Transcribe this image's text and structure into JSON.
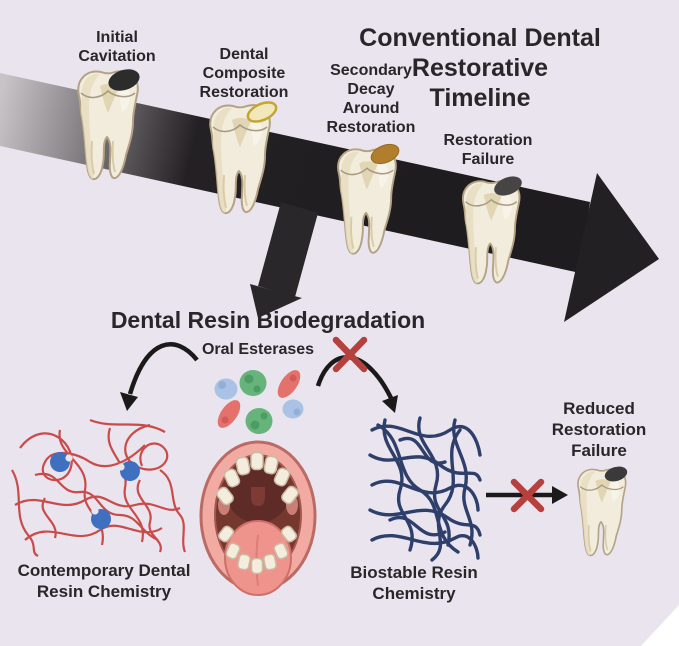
{
  "timeline": {
    "title": "Conventional Dental Restorative\nTimeline",
    "stages": [
      {
        "label": "Initial\nCavitation"
      },
      {
        "label": "Dental\nComposite\nRestoration"
      },
      {
        "label": "Secondary\nDecay\nAround\nRestoration"
      },
      {
        "label": "Restoration\nFailure"
      }
    ]
  },
  "biodegradation": {
    "title": "Dental Resin Biodegradation",
    "enzymes_label": "Oral Esterases",
    "left_network_label": "Contemporary Dental\nResin Chemistry",
    "right_network_label": "Biostable Resin\nChemistry",
    "outcome_label": "Reduced\nRestoration\nFailure"
  },
  "colors": {
    "background": "#e9e4ed",
    "arrow_black": "#232023",
    "cross_red": "#b5413f",
    "resin_red": "#c94b4a",
    "resin_navy": "#2f3f6b",
    "crosslink_blue": "#3e70bf",
    "enzyme_blue": "#a9c2e5",
    "enzyme_green": "#66b47c",
    "enzyme_red": "#e4716c",
    "tooth_cream": "#f2ecdd"
  }
}
